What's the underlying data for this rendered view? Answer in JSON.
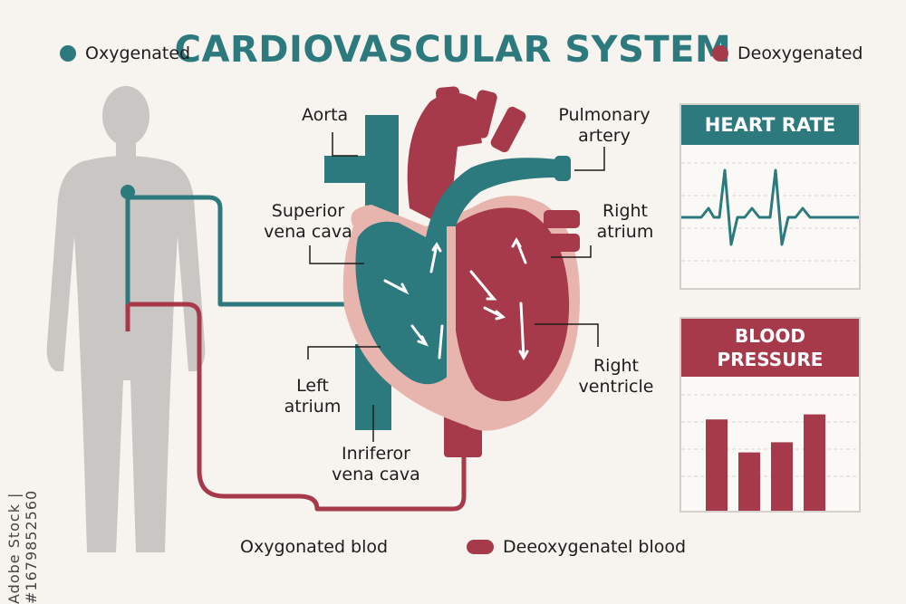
{
  "title": "CARDIOVASCULAR SYSTEM",
  "legend_top": {
    "oxygenated": "Oxygenated",
    "deoxygenated": "Deoxygenated"
  },
  "labels": {
    "aorta": "Aorta",
    "pulmonary_artery": "Pulmonary artery",
    "superior_vena_cava": "Superior vena cava",
    "right_atrium": "Right atrium",
    "left_atrium": "Left atrium",
    "right_ventricle": "Right ventricle",
    "inferior_vena_cava": "Inriferor vena cava"
  },
  "panels": {
    "heart_rate": "HEART RATE",
    "blood_pressure": "BLOOD PRESSURE",
    "blood_pressure_levels": [
      0.72,
      0.46,
      0.54,
      0.76
    ]
  },
  "legend_bottom": {
    "oxygenated": "Oxygonated blod",
    "deoxygenated": "Deeoxygenatel blood"
  },
  "stock_id": "Adobe Stock | #1679852560",
  "colors": {
    "teal": "#2c7a7e",
    "red": "#a63a4a",
    "pink": "#e8b4ae",
    "body": "#c9c6c3",
    "background": "#f7f3ee"
  }
}
